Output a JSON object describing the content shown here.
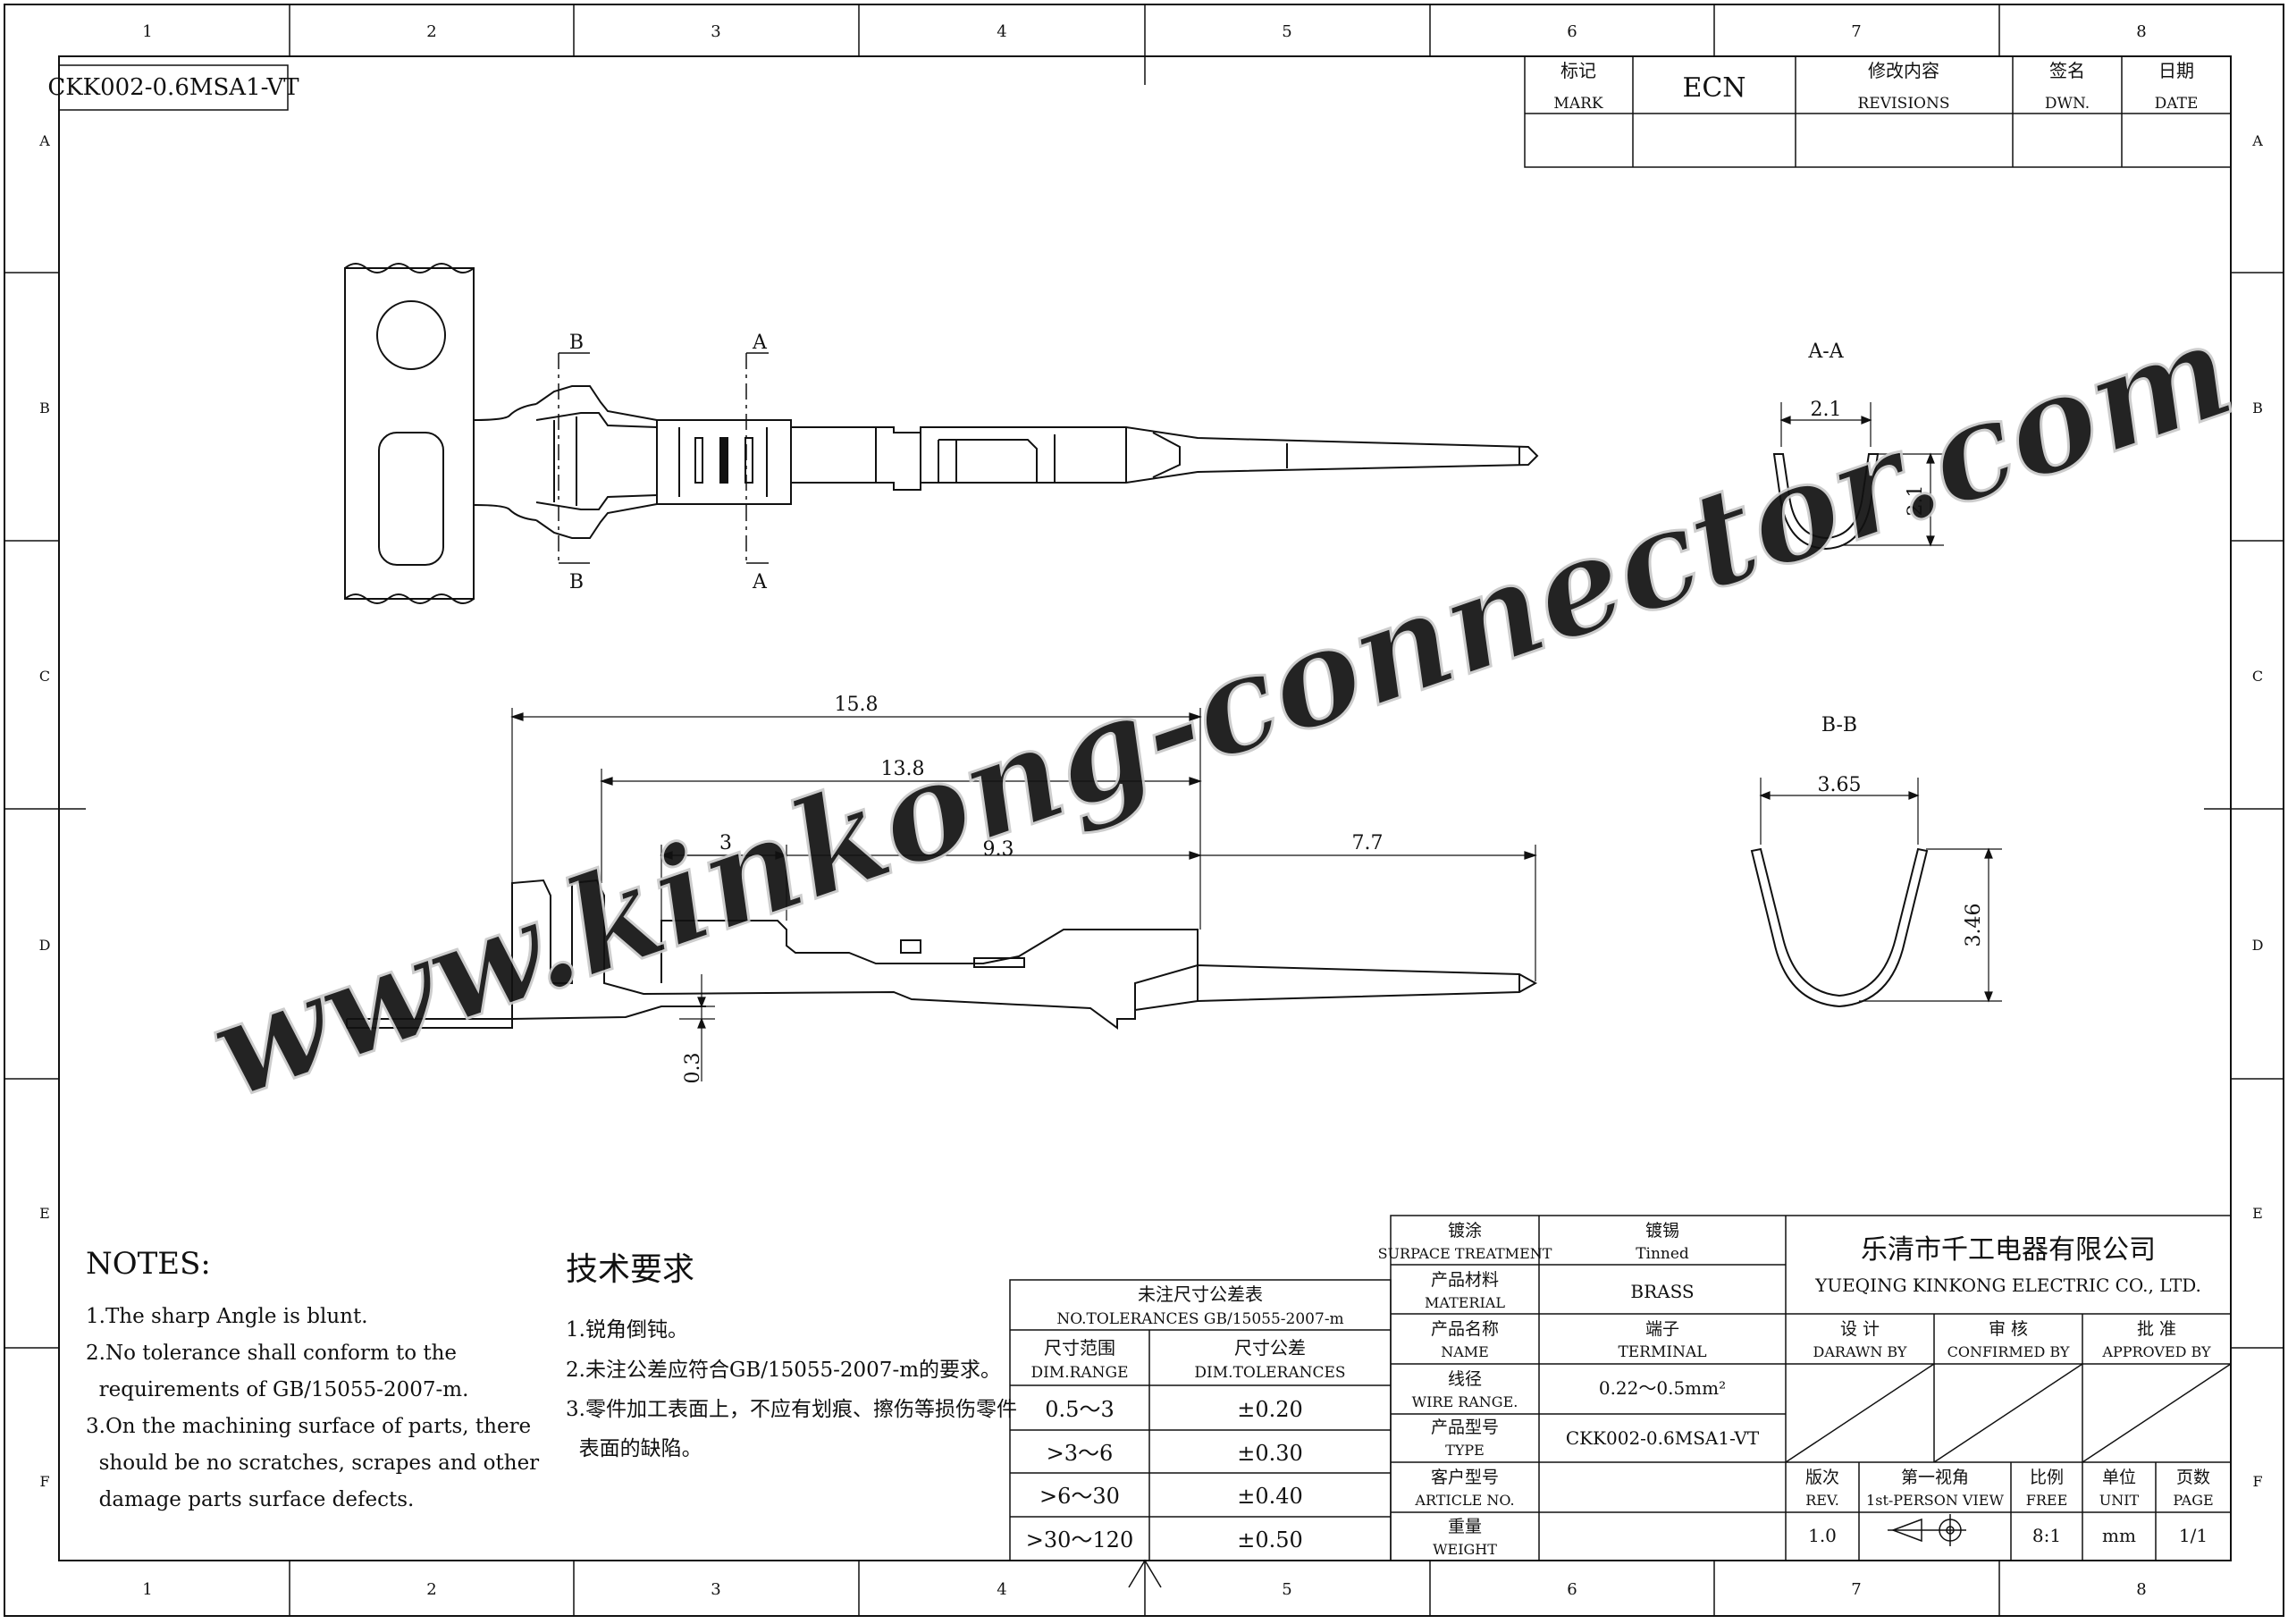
{
  "drawing": {
    "part_number": "CKK002-0.6MSA1-VT",
    "watermark": "www.kinkong-connector.com",
    "columns": [
      "1",
      "2",
      "3",
      "4",
      "5",
      "6",
      "7",
      "8"
    ],
    "rows": [
      "A",
      "B",
      "C",
      "D",
      "E",
      "F"
    ]
  },
  "revisions": {
    "mark_cn": "标记",
    "mark_en": "MARK",
    "ecn": "ECN",
    "rev_cn": "修改内容",
    "rev_en": "REVISIONS",
    "dwn_cn": "签名",
    "dwn_en": "DWN.",
    "date_cn": "日期",
    "date_en": "DATE"
  },
  "views": {
    "section_a": "A",
    "section_b": "B",
    "aa_title": "A-A",
    "aa_width": "2.1",
    "aa_height": "2.1",
    "bb_title": "B-B",
    "bb_width": "3.65",
    "bb_height": "3.46",
    "dim_total": "15.8",
    "dim_13_8": "13.8",
    "dim_3": "3",
    "dim_9_3": "9.3",
    "dim_7_7": "7.7",
    "dim_0_3": "0.3"
  },
  "notes": {
    "title_en": "NOTES:",
    "en": [
      "1.The sharp Angle is blunt.",
      "2.No tolerance shall conform to the",
      "  requirements of GB/15055-2007-m.",
      "3.On the machining surface of parts, there",
      "  should be no scratches, scrapes and other",
      "  damage parts surface defects."
    ],
    "title_cn": "技术要求",
    "cn": [
      "1.锐角倒钝。",
      "2.未注公差应符合GB/15055-2007-m的要求。",
      "3.零件加工表面上，不应有划痕、擦伤等损伤零件",
      "  表面的缺陷。"
    ]
  },
  "tolerances": {
    "title_cn": "未注尺寸公差表",
    "title_en": "NO.TOLERANCES GB/15055-2007-m",
    "col1_cn": "尺寸范围",
    "col1_en": "DIM.RANGE",
    "col2_cn": "尺寸公差",
    "col2_en": "DIM.TOLERANCES",
    "rows": [
      {
        "range": "0.5～3",
        "tol": "±0.20"
      },
      {
        "range": ">3～6",
        "tol": "±0.30"
      },
      {
        "range": ">6～30",
        "tol": "±0.40"
      },
      {
        "range": ">30～120",
        "tol": "±0.50"
      }
    ]
  },
  "title_block": {
    "surface_cn": "镀涂",
    "surface_en": "SURPACE TREATMENT",
    "surface_val_cn": "镀锡",
    "surface_val_en": "Tinned",
    "material_cn": "产品材料",
    "material_en": "MATERIAL",
    "material_val": "BRASS",
    "name_cn": "产品名称",
    "name_en": "NAME",
    "name_val_cn": "端子",
    "name_val_en": "TERMINAL",
    "wire_cn": "线径",
    "wire_en": "WIRE RANGE.",
    "wire_val": "0.22～0.5mm²",
    "type_cn": "产品型号",
    "type_en": "TYPE",
    "type_val": "CKK002-0.6MSA1-VT",
    "article_cn": "客户型号",
    "article_en": "ARTICLE NO.",
    "weight_cn": "重量",
    "weight_en": "WEIGHT",
    "company_cn": "乐清市千工电器有限公司",
    "company_en": "YUEQING KINKONG ELECTRIC CO., LTD.",
    "design_cn": "设 计",
    "design_en": "DARAWN BY",
    "check_cn": "审 核",
    "check_en": "CONFIRMED BY",
    "approve_cn": "批 准",
    "approve_en": "APPROVED BY",
    "rev_cn": "版次",
    "rev_en": "REV.",
    "rev_val": "1.0",
    "view_cn": "第一视角",
    "view_en": "1st-PERSON VIEW",
    "scale_cn": "比例",
    "scale_en": "FREE",
    "scale_val": "8:1",
    "unit_cn": "单位",
    "unit_en": "UNIT",
    "unit_val": "mm",
    "page_cn": "页数",
    "page_en": "PAGE",
    "page_val": "1/1"
  }
}
